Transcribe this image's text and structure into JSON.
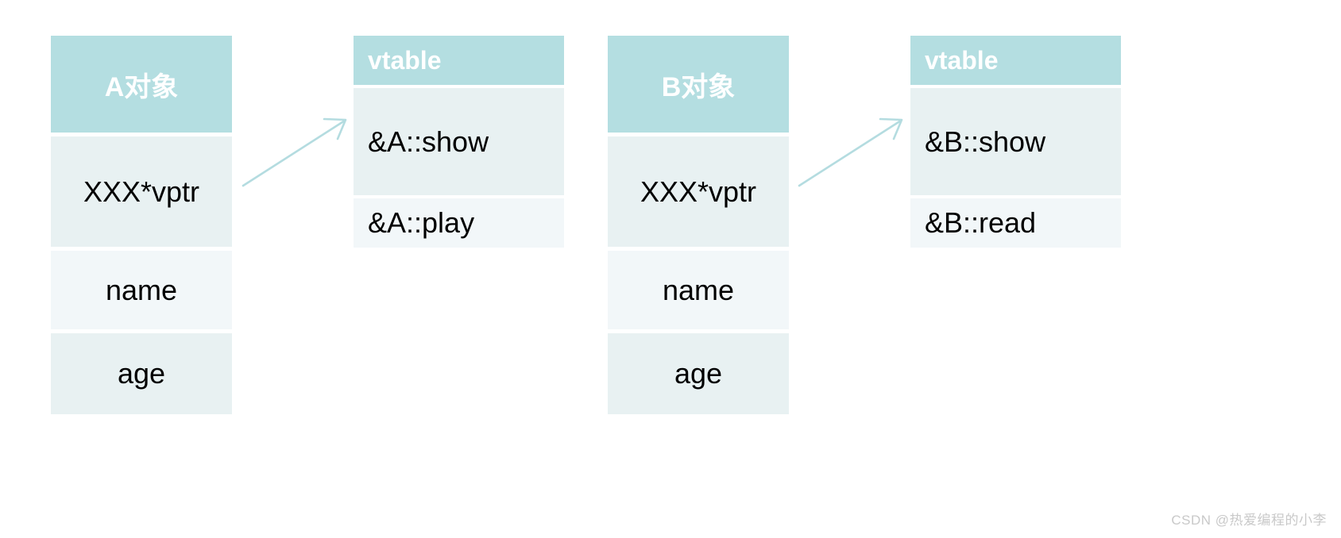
{
  "diagram": {
    "title": "C++ object vtable layout diagram",
    "colors": {
      "header_fill": "#b4dee1",
      "row_fill_dark": "#e8f1f2",
      "row_fill_light": "#f2f7f9",
      "arrow": "#b4dce0",
      "header_text": "#ffffff",
      "body_text": "#000000",
      "watermark_text": "#c9c9c9",
      "background": "#ffffff"
    },
    "blocks": [
      {
        "id": "object-a",
        "header": "A对象",
        "rows": [
          {
            "label": "XXX*vptr"
          },
          {
            "label": "name"
          },
          {
            "label": "age"
          }
        ]
      },
      {
        "id": "vtable-a",
        "header": "vtable",
        "rows": [
          {
            "label": "&A::show"
          },
          {
            "label": "&A::play"
          }
        ]
      },
      {
        "id": "object-b",
        "header": "B对象",
        "rows": [
          {
            "label": "XXX*vptr"
          },
          {
            "label": "name"
          },
          {
            "label": "age"
          }
        ]
      },
      {
        "id": "vtable-b",
        "header": "vtable",
        "rows": [
          {
            "label": "&B::show"
          },
          {
            "label": "&B::read"
          }
        ]
      }
    ],
    "arrows": [
      {
        "id": "arrow-a-vptr-to-vtable",
        "from": "object-a.vptr",
        "to": "vtable-a"
      },
      {
        "id": "arrow-b-vptr-to-vtable",
        "from": "object-b.vptr",
        "to": "vtable-b"
      }
    ]
  },
  "watermark": {
    "text": "CSDN @热爱编程的小李"
  }
}
